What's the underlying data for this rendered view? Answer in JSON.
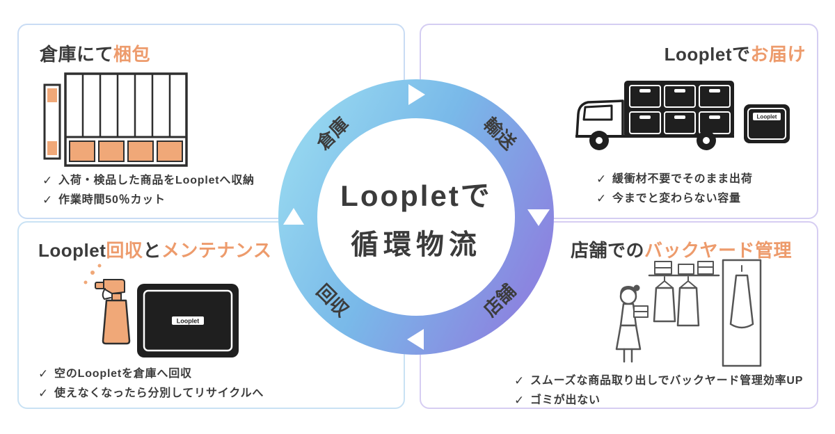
{
  "colors": {
    "accent_orange": "#ED9B6C",
    "illustration_orange": "#F0A878",
    "illustration_dark": "#1F1F1F",
    "ring_gradient_left": "#93D4EF",
    "ring_gradient_right": "#8B85E0",
    "text_dark": "#3B3B3B",
    "card_border_blue": "#C9DCF4",
    "card_border_purple": "#D5CDF2"
  },
  "icons": {
    "check": "✓"
  },
  "center": {
    "line1": "Loopletで",
    "line2": "循環物流"
  },
  "ring": {
    "labels": [
      {
        "id": "warehouse",
        "text": "倉庫"
      },
      {
        "id": "transport",
        "text": "輸送"
      },
      {
        "id": "store",
        "text": "店舗"
      },
      {
        "id": "collection",
        "text": "回収"
      }
    ]
  },
  "cards": {
    "warehouse": {
      "title": [
        {
          "text": "倉庫にて"
        },
        {
          "text": "梱包"
        }
      ],
      "bullets": [
        "入荷・検品した商品をLoopletへ収納",
        "作業時間50％カット"
      ]
    },
    "delivery": {
      "title": [
        {
          "text": "Loopletで"
        },
        {
          "text": "お届け"
        }
      ],
      "bullets": [
        "緩衝材不要でそのまま出荷",
        "今までと変わらない容量"
      ],
      "box_label": "Looplet"
    },
    "collection": {
      "title": [
        {
          "text": "Looplet"
        },
        {
          "text": "回収"
        },
        {
          "text": "と"
        },
        {
          "text": "メンテナンス"
        }
      ],
      "bullets": [
        "空のLoopletを倉庫へ回収",
        "使えなくなったら分別してリサイクルへ"
      ],
      "box_label": "Looplet"
    },
    "backyard": {
      "title": [
        {
          "text": "店舗での"
        },
        {
          "text": "バックヤード管理"
        }
      ],
      "bullets": [
        "スムーズな商品取り出しでバックヤード管理効率UP",
        "ゴミが出ない"
      ]
    }
  }
}
